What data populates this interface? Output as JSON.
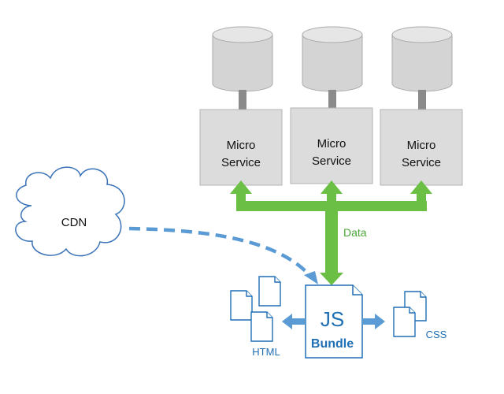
{
  "services": [
    {
      "line1": "Micro",
      "line2": "Service"
    },
    {
      "line1": "Micro",
      "line2": "Service"
    },
    {
      "line1": "Micro",
      "line2": "Service"
    }
  ],
  "cdn": {
    "label": "CDN"
  },
  "data_label": "Data",
  "bundle": {
    "title": "JS",
    "subtitle": "Bundle"
  },
  "html_label": "HTML",
  "css_label": "CSS",
  "colors": {
    "green": "#6bbf45",
    "blue": "#1f6fb5",
    "arrow_blue": "#5b9bd5",
    "db_fill": "#d4d4d4",
    "box_fill": "#dcdcdc"
  }
}
